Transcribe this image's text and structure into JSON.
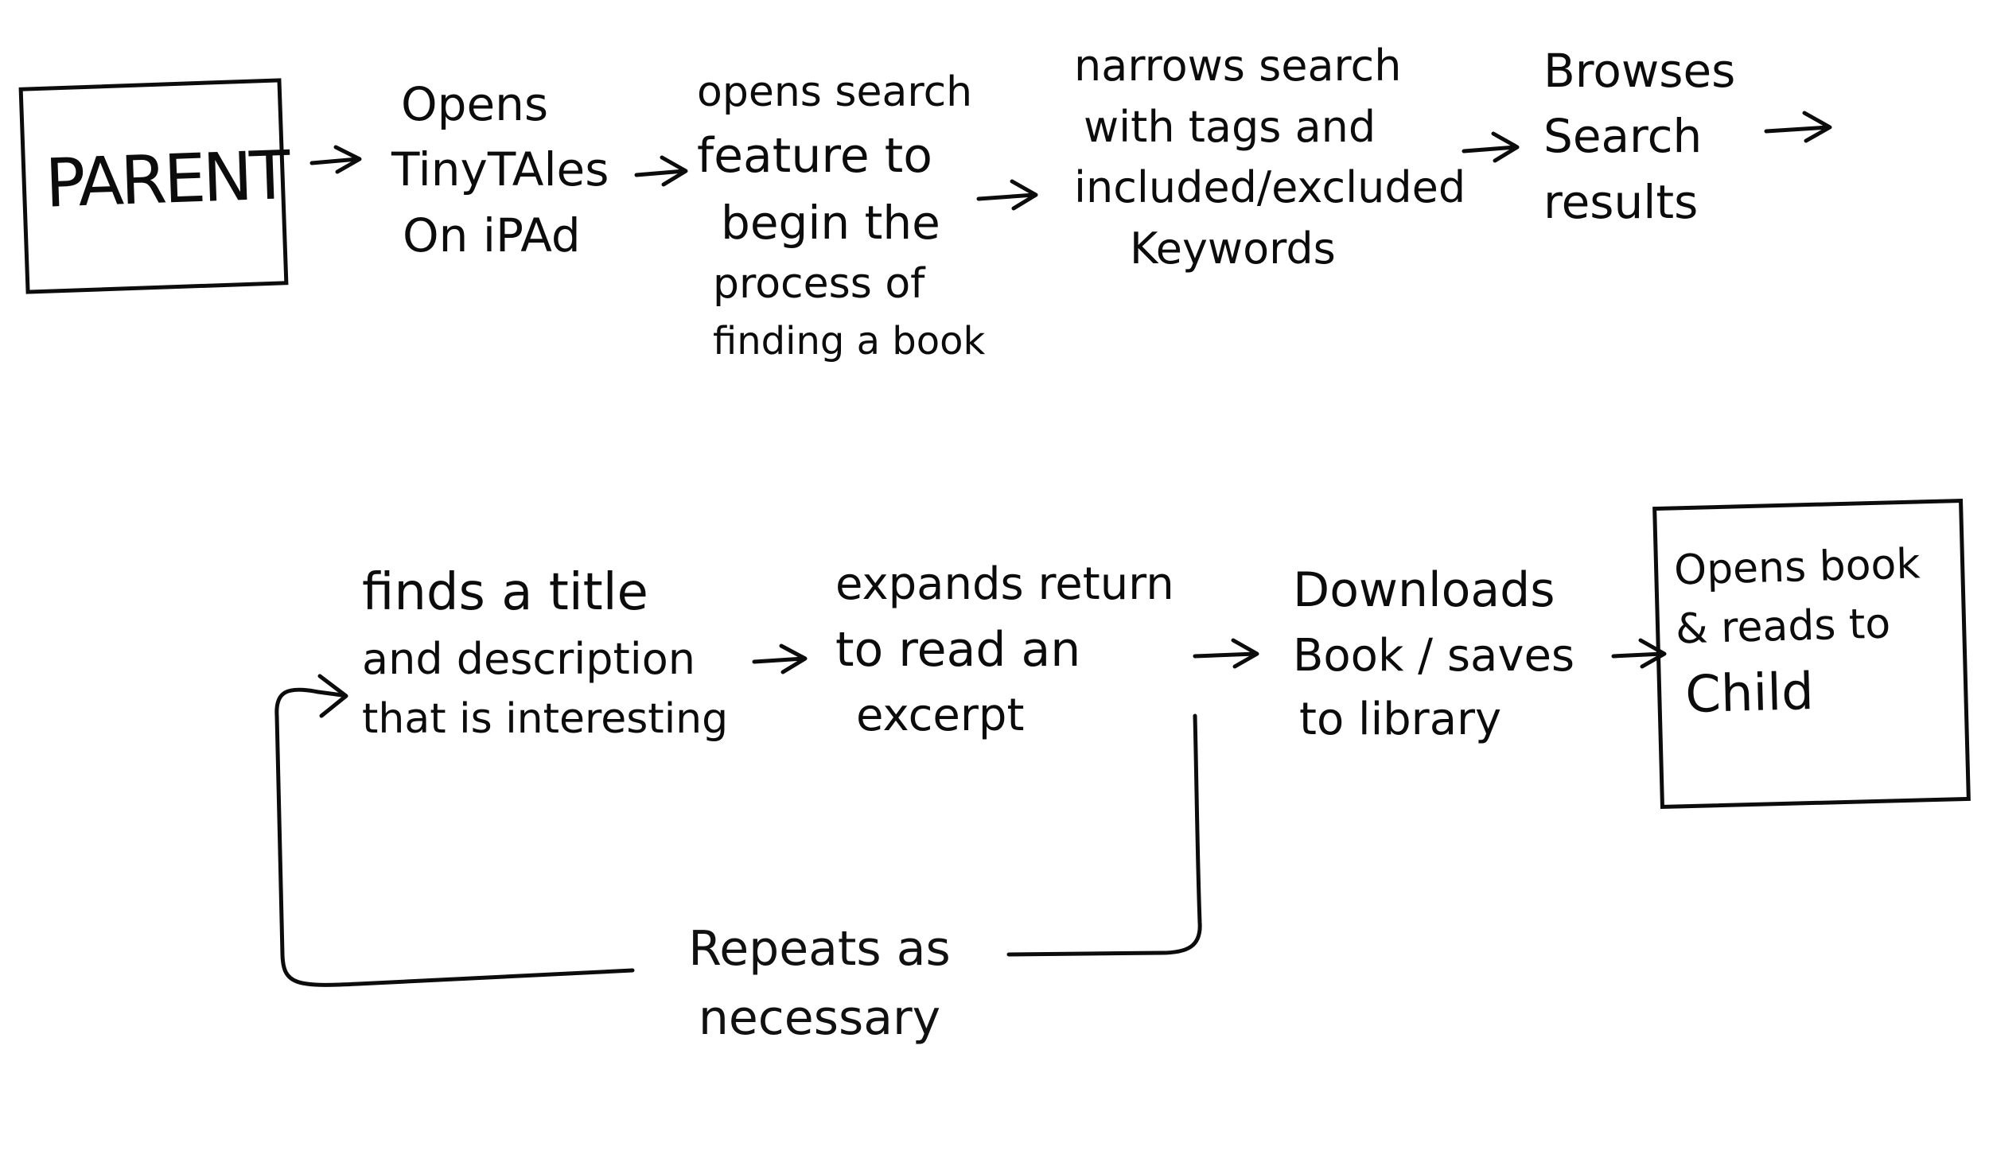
{
  "nodes": {
    "parent": {
      "lines": [
        "PARENT"
      ]
    },
    "opens_app": {
      "lines": [
        "Opens",
        "TinyTAles",
        "On iPAd"
      ]
    },
    "opens_search": {
      "lines": [
        "opens search",
        "feature to",
        "begin the",
        "process of",
        "finding a book"
      ]
    },
    "narrows": {
      "lines": [
        "narrows search",
        "with tags and",
        "included/excluded",
        "Keywords"
      ]
    },
    "browses": {
      "lines": [
        "Browses",
        "Search",
        "results"
      ]
    },
    "finds_title": {
      "lines": [
        "finds a title",
        "and description",
        "that is interesting"
      ]
    },
    "expands": {
      "lines": [
        "expands return",
        "to read an",
        "excerpt"
      ]
    },
    "downloads": {
      "lines": [
        "Downloads",
        "Book / saves",
        "to library"
      ]
    },
    "opens_book": {
      "lines": [
        "Opens book",
        "& reads to",
        "Child"
      ]
    }
  },
  "loop": {
    "lines": [
      "Repeats as",
      "necessary"
    ]
  }
}
